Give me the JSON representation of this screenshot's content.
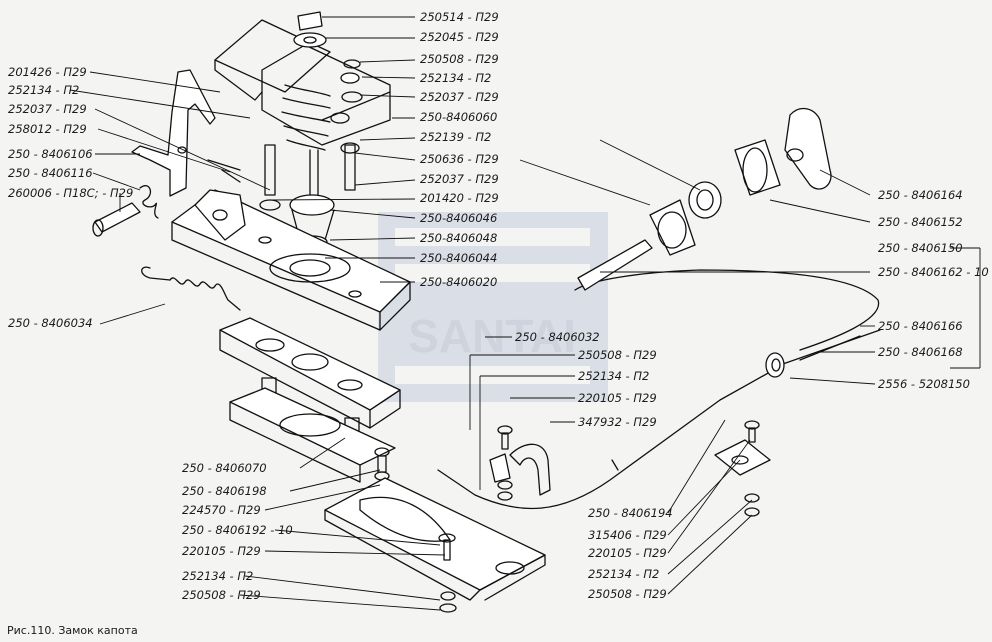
{
  "caption": "Рис.110. Замок капота",
  "watermark": "SANTAI",
  "labels_right_top": [
    "250514 - П29",
    "252045 - П29",
    "250508 - П29",
    "252134 - П2",
    "252037 - П29",
    "250-8406060",
    "252139 - П2",
    "250636 - П29",
    "252037 - П29",
    "201420 - П29",
    "250-8406046",
    "250-8406048",
    "250-8406044",
    "250-8406020"
  ],
  "labels_left": [
    "201426 - П29",
    "252134 - П2",
    "252037 - П29",
    "258012 - П29",
    "250 - 8406106",
    "250 - 8406116",
    "260006 - П18С; - П29",
    "250 - 8406034"
  ],
  "labels_far_right": [
    "250 - 8406164",
    "250 - 8406152",
    "250 - 8406150",
    "250 - 8406162 - 10",
    "250 - 8406166",
    "250 - 8406168",
    "2556 - 5208150"
  ],
  "labels_center": [
    "250 - 8406032",
    "250508 - П29",
    "252134 - П2",
    "220105 - П29",
    "347932 - П29"
  ],
  "labels_bottom_left": [
    "250 - 8406070",
    "250 - 8406198",
    "224570 - П29",
    "250 - 8406192 - 10",
    "220105 - П29",
    "252134 - П2",
    "250508 - П29"
  ],
  "labels_bottom_right": [
    "250 - 8406194",
    "315406 - П29",
    "220105 - П29",
    "252134 - П2",
    "250508 - П29"
  ]
}
